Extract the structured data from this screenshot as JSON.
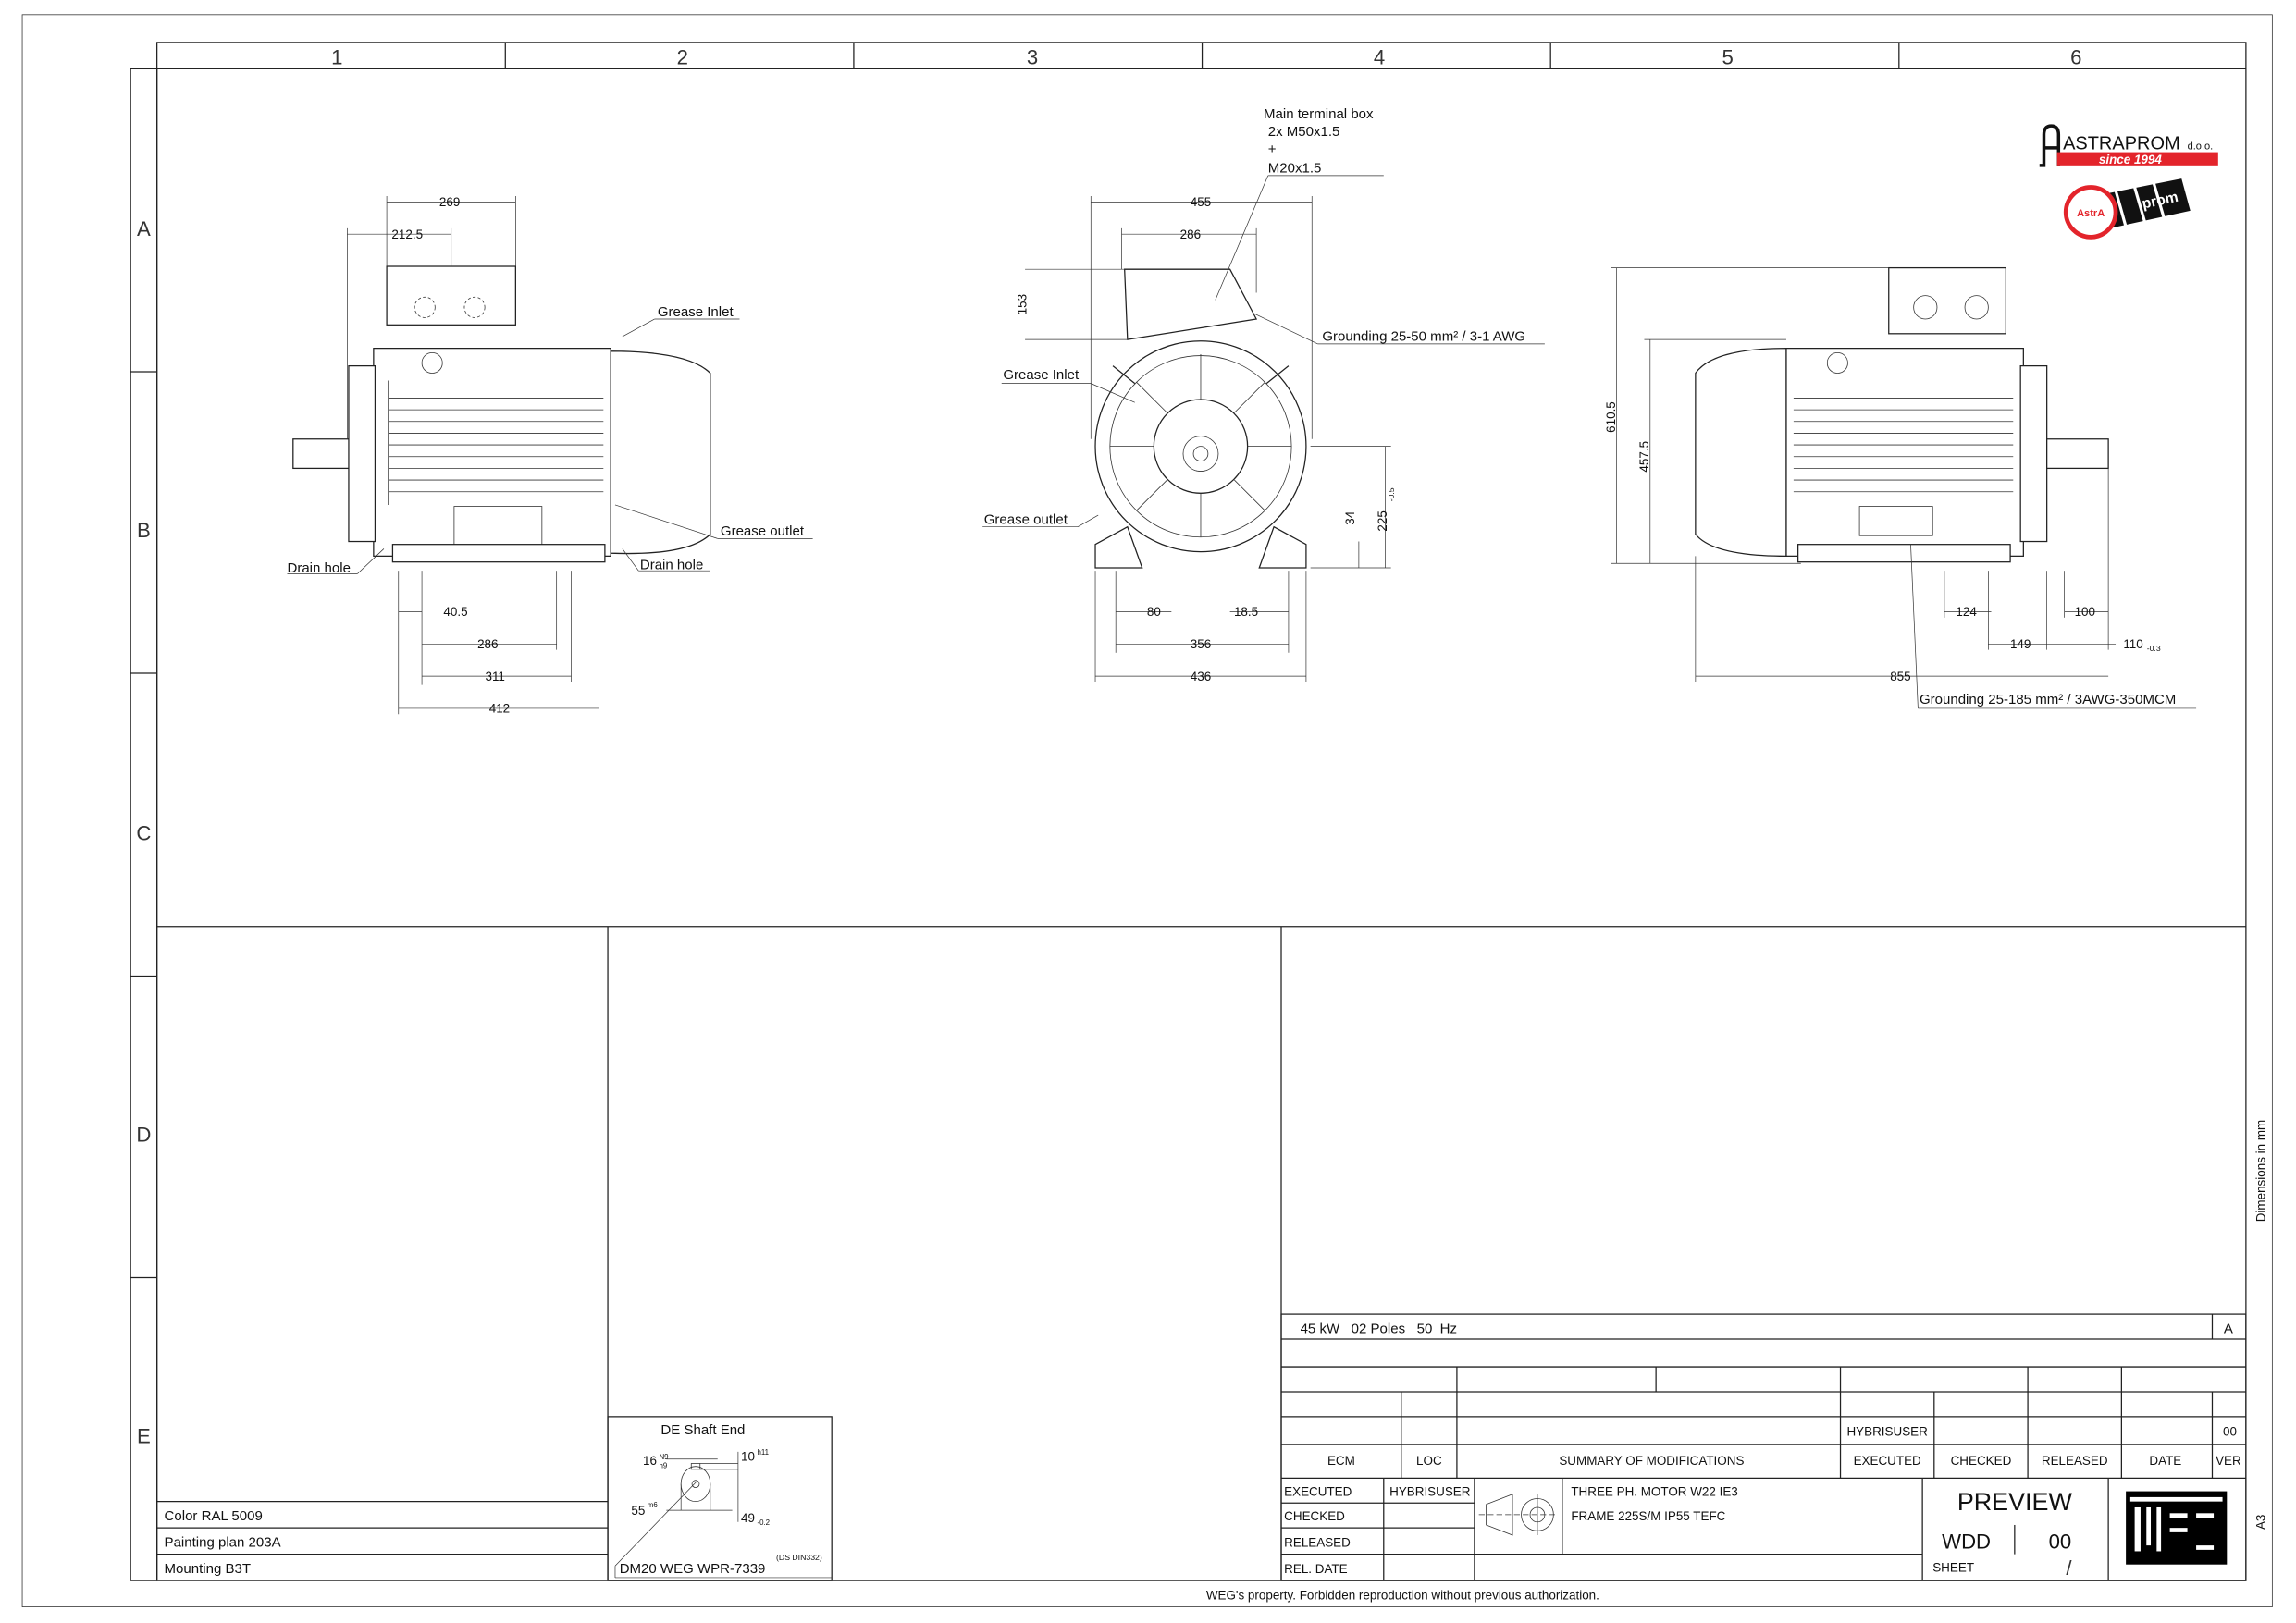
{
  "frame": {
    "columns": [
      "1",
      "2",
      "3",
      "4",
      "5",
      "6"
    ],
    "rows": [
      "A",
      "B",
      "C",
      "D",
      "E"
    ],
    "units_note": "Dimensions in mm",
    "paper_size": "A3",
    "footer": "WEG's property. Forbidden reproduction without previous authorization."
  },
  "logo": {
    "brand": "ASTRAPROM",
    "suffix": "d.o.o.",
    "tagline": "since 1994",
    "mark_text": "AstrA prom",
    "red": "#e3242b"
  },
  "left_view": {
    "dims": {
      "d269": "269",
      "d212": "212.5",
      "d40": "40.5",
      "d286": "286",
      "d311": "311",
      "d412": "412"
    },
    "grease_inlet": "Grease Inlet",
    "grease_outlet": "Grease outlet",
    "drain_hole_left": "Drain hole",
    "drain_hole_right": "Drain hole"
  },
  "front_view": {
    "terminal_box": [
      "Main terminal box",
      "2x M50x1.5",
      "+",
      "M20x1.5"
    ],
    "dims": {
      "d455": "455",
      "d286": "286",
      "d153": "153",
      "d34": "34",
      "d225": "225",
      "d225_tol": "-0.5",
      "d80": "80",
      "d18": "18.5",
      "d356": "356",
      "d436": "436"
    },
    "grounding": "Grounding 25-50 mm² / 3-1 AWG",
    "grease_inlet": "Grease Inlet",
    "grease_outlet": "Grease outlet"
  },
  "right_view": {
    "dims": {
      "d610": "610.5",
      "d457": "457.5",
      "d124": "124",
      "d100": "100",
      "d149": "149",
      "d110": "110",
      "d110_tol": "-0.3",
      "d855": "855"
    },
    "grounding": "Grounding 25-185 mm² / 3AWG-350MCM"
  },
  "notes": [
    "Color RAL 5009",
    "Painting plan 203A",
    "Mounting B3T"
  ],
  "shaft_end": {
    "title": "DE Shaft End",
    "key_width": "16",
    "key_width_tol_top": "N9",
    "key_width_tol_bottom": "h9",
    "key_height": "10",
    "key_height_tol": "h11",
    "diameter": "55",
    "diameter_tol": "m6",
    "depth": "49",
    "depth_tol": "-0.2",
    "center_hole": "DM20 WEG WPR-7339",
    "center_hole_std": "(DS DIN332)"
  },
  "title_block": {
    "spec": "45 kW   02 Poles   50  Hz",
    "rev_letter": "A",
    "rev_row": {
      "executed": "HYBRISUSER",
      "ver": "00"
    },
    "headers": [
      "ECM",
      "LOC",
      "SUMMARY OF MODIFICATIONS",
      "EXECUTED",
      "CHECKED",
      "RELEASED",
      "DATE",
      "VER"
    ],
    "labels": {
      "executed": "EXECUTED",
      "checked": "CHECKED",
      "released": "RELEASED",
      "rel_date": "REL. DATE"
    },
    "executed_by": "HYBRISUSER",
    "description": [
      "THREE PH. MOTOR  W22  IE3",
      "FRAME 225S/M IP55 TEFC"
    ],
    "status": "PREVIEW",
    "doc_type": "WDD",
    "doc_ver": "00",
    "sheet_label": "SHEET",
    "sheet_value": "/",
    "company_logo": "WEG"
  }
}
